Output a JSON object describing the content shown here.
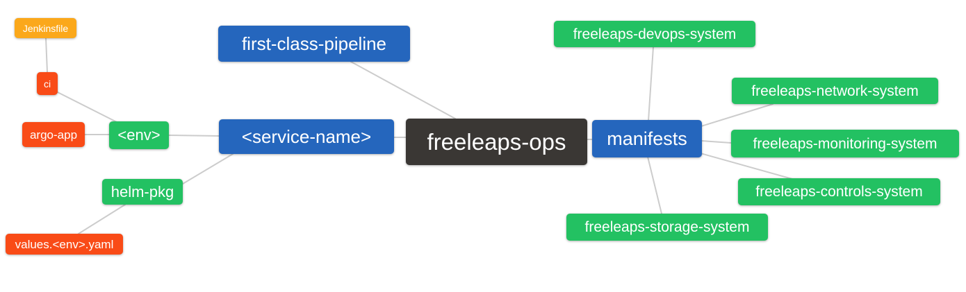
{
  "diagram": {
    "type": "mindmap",
    "root_label": "freeleaps-ops",
    "nodes": {
      "jenkinsfile": {
        "label": "Jenkinsfile",
        "color": "orange"
      },
      "ci": {
        "label": "ci",
        "color": "red"
      },
      "argo_app": {
        "label": "argo-app",
        "color": "red"
      },
      "env": {
        "label": "<env>",
        "color": "green"
      },
      "helm_pkg": {
        "label": "helm-pkg",
        "color": "green"
      },
      "values_env_yaml": {
        "label": "values.<env>.yaml",
        "color": "red"
      },
      "first_class_pipeline": {
        "label": "first-class-pipeline",
        "color": "blue"
      },
      "service_name": {
        "label": "<service-name>",
        "color": "blue"
      },
      "freeleaps_ops": {
        "label": "freeleaps-ops",
        "color": "dark"
      },
      "manifests": {
        "label": "manifests",
        "color": "blue"
      },
      "devops_system": {
        "label": "freeleaps-devops-system",
        "color": "green"
      },
      "network_system": {
        "label": "freeleaps-network-system",
        "color": "green"
      },
      "monitoring_system": {
        "label": "freeleaps-monitoring-system",
        "color": "green"
      },
      "controls_system": {
        "label": "freeleaps-controls-system",
        "color": "green"
      },
      "storage_system": {
        "label": "freeleaps-storage-system",
        "color": "green"
      }
    },
    "edges": [
      {
        "from": "jenkinsfile",
        "to": "ci"
      },
      {
        "from": "ci",
        "to": "env"
      },
      {
        "from": "argo_app",
        "to": "env"
      },
      {
        "from": "env",
        "to": "service_name"
      },
      {
        "from": "helm_pkg",
        "to": "service_name"
      },
      {
        "from": "values_env_yaml",
        "to": "helm_pkg"
      },
      {
        "from": "first_class_pipeline",
        "to": "freeleaps_ops"
      },
      {
        "from": "service_name",
        "to": "freeleaps_ops"
      },
      {
        "from": "freeleaps_ops",
        "to": "manifests"
      },
      {
        "from": "manifests",
        "to": "devops_system"
      },
      {
        "from": "manifests",
        "to": "network_system"
      },
      {
        "from": "manifests",
        "to": "monitoring_system"
      },
      {
        "from": "manifests",
        "to": "controls_system"
      },
      {
        "from": "manifests",
        "to": "storage_system"
      }
    ]
  },
  "colors": {
    "orange": "#fba81b",
    "red": "#f94b17",
    "green": "#23c162",
    "blue": "#2566bd",
    "dark": "#3a3734",
    "edge": "#cccccc",
    "text": "#ffffff",
    "background": "#ffffff"
  }
}
